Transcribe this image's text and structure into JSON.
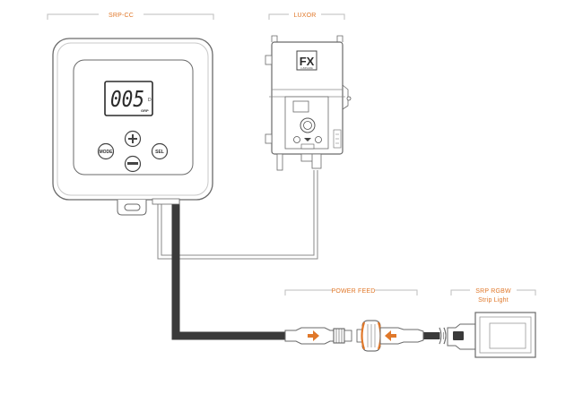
{
  "labels": {
    "controller": "SRP-CC",
    "transformer": "LUXOR",
    "power_feed": "POWER FEED",
    "strip_line1": "SRP RGBW",
    "strip_line2": "Strip Light"
  },
  "controller": {
    "display_value": "005",
    "display_suffix": "D",
    "display_sub": "GRP",
    "buttons": {
      "mode": "MODE",
      "sel": "SEL"
    }
  },
  "transformer": {
    "logo": "FX",
    "logo_sub": "LUMINAIRE"
  },
  "colors": {
    "accent": "#e0782a",
    "cable": "#3a3a3a",
    "outline": "#6a6a6a",
    "bracket": "#bdbdbd"
  },
  "icons": [
    "plus-icon",
    "minus-icon",
    "arrow-right-icon",
    "arrow-left-icon"
  ]
}
